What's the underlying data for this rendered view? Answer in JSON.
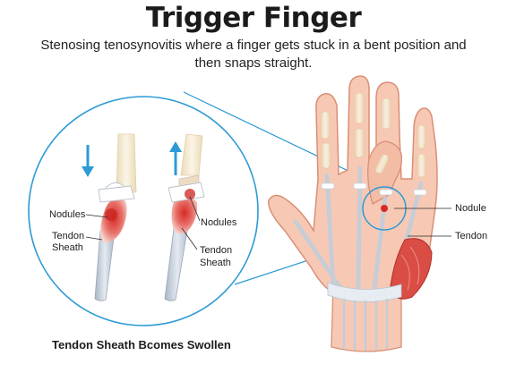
{
  "title": "Trigger Finger",
  "subtitle": "Stenosing tenosynovitis where a finger gets stuck in a bent position and then snaps straight.",
  "zoom": {
    "label_nodules_left": "Nodules",
    "label_sheath_left_1": "Tendon",
    "label_sheath_left_2": "Sheath",
    "label_nodules_right": "Nodules",
    "label_sheath_right_1": "Tendon",
    "label_sheath_right_2": "Sheath"
  },
  "hand": {
    "label_nodule": "Nodule",
    "label_tendon": "Tendon"
  },
  "caption": "Tendon Sheath Bcomes Swollen",
  "colors": {
    "accent_blue": "#2c9ad6",
    "skin": "#f7c9b4",
    "skin_outline": "#d98f75",
    "tendon": "#cfd8e3",
    "inflamed": "#d83a32",
    "bone": "#f4ead2"
  }
}
